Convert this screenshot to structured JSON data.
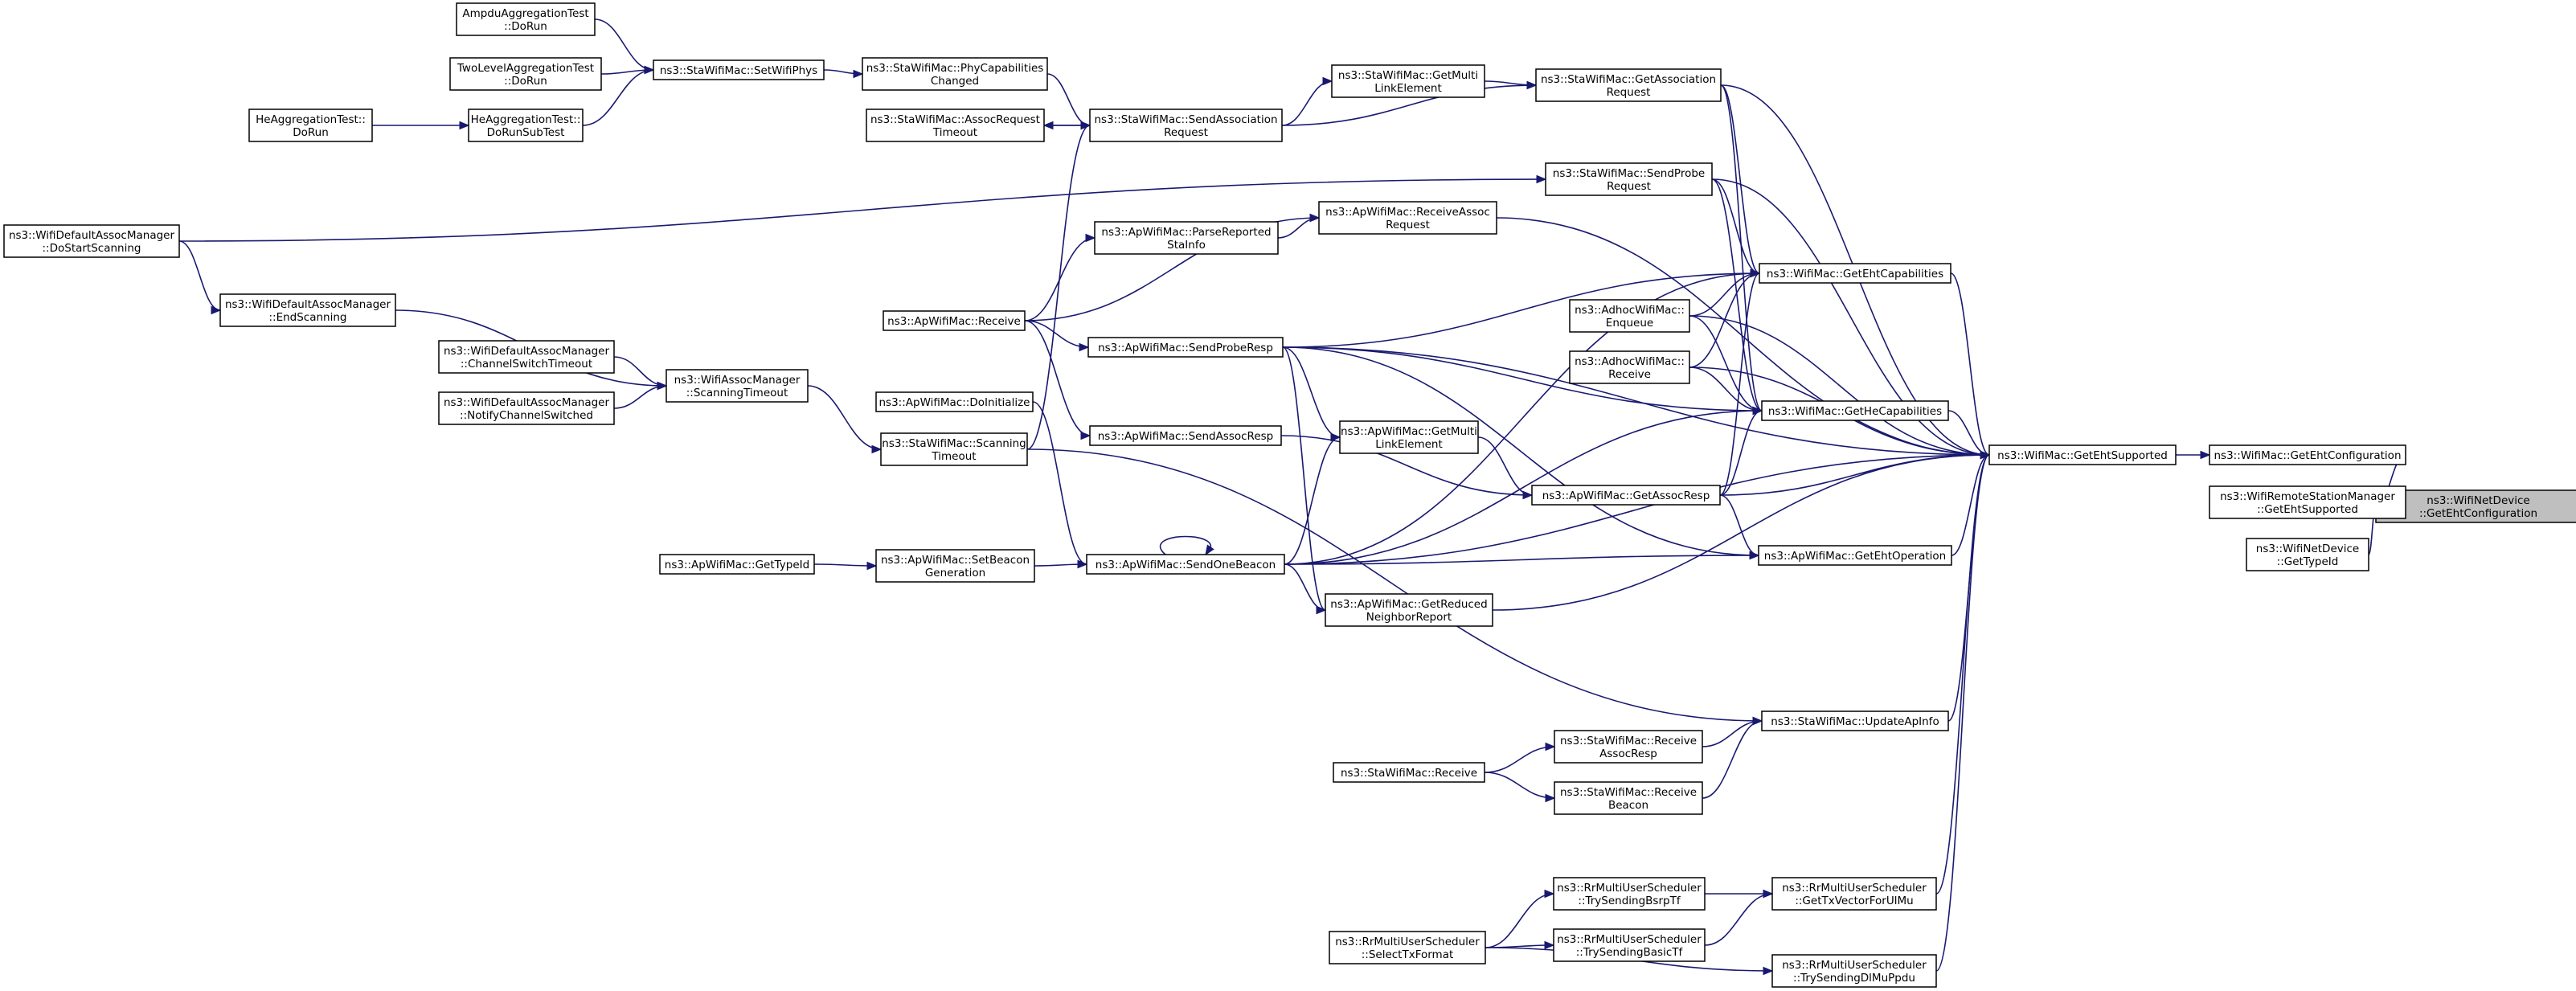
{
  "diagram": {
    "type": "call-graph",
    "target": "target",
    "nodes": [
      {
        "id": "target",
        "lines": [
          "ns3::WifiNetDevice",
          "::GetEhtConfiguration"
        ]
      },
      {
        "id": "macGetEhtCfg",
        "lines": [
          "ns3::WifiMac::GetEhtConfiguration"
        ]
      },
      {
        "id": "remoteGetEhtSup",
        "lines": [
          "ns3::WifiRemoteStationManager",
          "::GetEhtSupported"
        ]
      },
      {
        "id": "netGetTypeId",
        "lines": [
          "ns3::WifiNetDevice",
          "::GetTypeId"
        ]
      },
      {
        "id": "getEhtSup",
        "lines": [
          "ns3::WifiMac::GetEhtSupported"
        ]
      },
      {
        "id": "staGetAssocReq",
        "lines": [
          "ns3::StaWifiMac::GetAssociation",
          "Request"
        ]
      },
      {
        "id": "staSendProbeReq",
        "lines": [
          "ns3::StaWifiMac::SendProbe",
          "Request"
        ]
      },
      {
        "id": "ehtCaps",
        "lines": [
          "ns3::WifiMac::GetEhtCapabilities"
        ]
      },
      {
        "id": "heCaps",
        "lines": [
          "ns3::WifiMac::GetHeCapabilities"
        ]
      },
      {
        "id": "getEhtOp",
        "lines": [
          "ns3::ApWifiMac::GetEhtOperation"
        ]
      },
      {
        "id": "updateApInfo",
        "lines": [
          "ns3::StaWifiMac::UpdateApInfo"
        ]
      },
      {
        "id": "rrGetTxVec",
        "lines": [
          "ns3::RrMultiUserScheduler",
          "::GetTxVectorForUlMu"
        ]
      },
      {
        "id": "rrTryDl",
        "lines": [
          "ns3::RrMultiUserScheduler",
          "::TrySendingDlMuPpdu"
        ]
      },
      {
        "id": "staGetMultiLink",
        "lines": [
          "ns3::StaWifiMac::GetMulti",
          "LinkElement"
        ]
      },
      {
        "id": "staSendAssoc",
        "lines": [
          "ns3::StaWifiMac::SendAssociation",
          "Request"
        ]
      },
      {
        "id": "phyCapsChanged",
        "lines": [
          "ns3::StaWifiMac::PhyCapabilities",
          "Changed"
        ]
      },
      {
        "id": "assocReqTimeout",
        "lines": [
          "ns3::StaWifiMac::AssocRequest",
          "Timeout"
        ]
      },
      {
        "id": "setWifiPhys",
        "lines": [
          "ns3::StaWifiMac::SetWifiPhys"
        ]
      },
      {
        "id": "ampduTest",
        "lines": [
          "AmpduAggregationTest",
          "::DoRun"
        ]
      },
      {
        "id": "twoLevelTest",
        "lines": [
          "TwoLevelAggregationTest",
          "::DoRun"
        ]
      },
      {
        "id": "heAggSub",
        "lines": [
          "HeAggregationTest::",
          "DoRunSubTest"
        ]
      },
      {
        "id": "heAggRun",
        "lines": [
          "HeAggregationTest::",
          "DoRun"
        ]
      },
      {
        "id": "apRecvAssocReq",
        "lines": [
          "ns3::ApWifiMac::ReceiveAssoc",
          "Request"
        ]
      },
      {
        "id": "apParseSta",
        "lines": [
          "ns3::ApWifiMac::ParseReported",
          "StaInfo"
        ]
      },
      {
        "id": "apReceive",
        "lines": [
          "ns3::ApWifiMac::Receive"
        ]
      },
      {
        "id": "apSendProbeResp",
        "lines": [
          "ns3::ApWifiMac::SendProbeResp"
        ]
      },
      {
        "id": "apSendAssocResp",
        "lines": [
          "ns3::ApWifiMac::SendAssocResp"
        ]
      },
      {
        "id": "apGetMultiLink",
        "lines": [
          "ns3::ApWifiMac::GetMulti",
          "LinkElement"
        ]
      },
      {
        "id": "apGetAssocResp",
        "lines": [
          "ns3::ApWifiMac::GetAssocResp"
        ]
      },
      {
        "id": "apDoInit",
        "lines": [
          "ns3::ApWifiMac::DoInitialize"
        ]
      },
      {
        "id": "apSendBeacon",
        "lines": [
          "ns3::ApWifiMac::SendOneBeacon"
        ]
      },
      {
        "id": "apSetBeaconGen",
        "lines": [
          "ns3::ApWifiMac::SetBeacon",
          "Generation"
        ]
      },
      {
        "id": "apGetTypeId",
        "lines": [
          "ns3::ApWifiMac::GetTypeId"
        ]
      },
      {
        "id": "apGetReducedNR",
        "lines": [
          "ns3::ApWifiMac::GetReduced",
          "NeighborReport"
        ]
      },
      {
        "id": "adhocEnqueue",
        "lines": [
          "ns3::AdhocWifiMac::",
          "Enqueue"
        ]
      },
      {
        "id": "adhocReceive",
        "lines": [
          "ns3::AdhocWifiMac::",
          "Receive"
        ]
      },
      {
        "id": "staRecvAssocResp",
        "lines": [
          "ns3::StaWifiMac::Receive",
          "AssocResp"
        ]
      },
      {
        "id": "staRecvBeacon",
        "lines": [
          "ns3::StaWifiMac::Receive",
          "Beacon"
        ]
      },
      {
        "id": "staReceive",
        "lines": [
          "ns3::StaWifiMac::Receive"
        ]
      },
      {
        "id": "rrTryBsrp",
        "lines": [
          "ns3::RrMultiUserScheduler",
          "::TrySendingBsrpTf"
        ]
      },
      {
        "id": "rrTryBasic",
        "lines": [
          "ns3::RrMultiUserScheduler",
          "::TrySendingBasicTf"
        ]
      },
      {
        "id": "rrSelectTx",
        "lines": [
          "ns3::RrMultiUserScheduler",
          "::SelectTxFormat"
        ]
      },
      {
        "id": "staScanTimeout",
        "lines": [
          "ns3::StaWifiMac::Scanning",
          "Timeout"
        ]
      },
      {
        "id": "assocScanTimeout",
        "lines": [
          "ns3::WifiAssocManager",
          "::ScanningTimeout"
        ]
      },
      {
        "id": "defChanSwitch",
        "lines": [
          "ns3::WifiDefaultAssocManager",
          "::ChannelSwitchTimeout"
        ]
      },
      {
        "id": "defNotifyChan",
        "lines": [
          "ns3::WifiDefaultAssocManager",
          "::NotifyChannelSwitched"
        ]
      },
      {
        "id": "defEndScan",
        "lines": [
          "ns3::WifiDefaultAssocManager",
          "::EndScanning"
        ]
      },
      {
        "id": "defDoStartScan",
        "lines": [
          "ns3::WifiDefaultAssocManager",
          "::DoStartScanning"
        ]
      }
    ],
    "edges": [
      {
        "from": "macGetEhtCfg",
        "to": "target"
      },
      {
        "from": "remoteGetEhtSup",
        "to": "target"
      },
      {
        "from": "netGetTypeId",
        "to": "target"
      },
      {
        "from": "getEhtSup",
        "to": "macGetEhtCfg"
      },
      {
        "from": "staGetAssocReq",
        "to": "getEhtSup"
      },
      {
        "from": "staSendProbeReq",
        "to": "getEhtSup"
      },
      {
        "from": "ehtCaps",
        "to": "getEhtSup"
      },
      {
        "from": "heCaps",
        "to": "getEhtSup"
      },
      {
        "from": "getEhtOp",
        "to": "getEhtSup"
      },
      {
        "from": "updateApInfo",
        "to": "getEhtSup"
      },
      {
        "from": "rrGetTxVec",
        "to": "getEhtSup"
      },
      {
        "from": "rrTryDl",
        "to": "getEhtSup"
      },
      {
        "from": "adhocEnqueue",
        "to": "getEhtSup"
      },
      {
        "from": "adhocReceive",
        "to": "getEhtSup"
      },
      {
        "from": "apGetAssocResp",
        "to": "getEhtSup"
      },
      {
        "from": "apRecvAssocReq",
        "to": "getEhtSup"
      },
      {
        "from": "apSendProbeResp",
        "to": "getEhtSup"
      },
      {
        "from": "apGetReducedNR",
        "to": "getEhtSup"
      },
      {
        "from": "apSendBeacon",
        "to": "getEhtSup"
      },
      {
        "from": "staGetAssocReq",
        "to": "ehtCaps"
      },
      {
        "from": "staSendProbeReq",
        "to": "ehtCaps"
      },
      {
        "from": "apSendProbeResp",
        "to": "ehtCaps"
      },
      {
        "from": "adhocEnqueue",
        "to": "ehtCaps"
      },
      {
        "from": "adhocReceive",
        "to": "ehtCaps"
      },
      {
        "from": "apGetAssocResp",
        "to": "ehtCaps"
      },
      {
        "from": "apSendBeacon",
        "to": "ehtCaps"
      },
      {
        "from": "staGetAssocReq",
        "to": "heCaps"
      },
      {
        "from": "staSendProbeReq",
        "to": "heCaps"
      },
      {
        "from": "adhocEnqueue",
        "to": "heCaps"
      },
      {
        "from": "adhocReceive",
        "to": "heCaps"
      },
      {
        "from": "apGetAssocResp",
        "to": "heCaps"
      },
      {
        "from": "apSendBeacon",
        "to": "heCaps"
      },
      {
        "from": "apSendProbeResp",
        "to": "heCaps"
      },
      {
        "from": "apGetAssocResp",
        "to": "getEhtOp"
      },
      {
        "from": "apSendBeacon",
        "to": "getEhtOp"
      },
      {
        "from": "apSendProbeResp",
        "to": "getEhtOp"
      },
      {
        "from": "staGetMultiLink",
        "to": "staGetAssocReq"
      },
      {
        "from": "staSendAssoc",
        "to": "staGetAssocReq"
      },
      {
        "from": "staSendAssoc",
        "to": "staGetMultiLink"
      },
      {
        "from": "staSendAssoc",
        "to": "assocReqTimeout"
      },
      {
        "from": "assocReqTimeout",
        "to": "staSendAssoc"
      },
      {
        "from": "phyCapsChanged",
        "to": "staSendAssoc"
      },
      {
        "from": "staScanTimeout",
        "to": "staSendAssoc"
      },
      {
        "from": "setWifiPhys",
        "to": "phyCapsChanged"
      },
      {
        "from": "ampduTest",
        "to": "setWifiPhys"
      },
      {
        "from": "twoLevelTest",
        "to": "setWifiPhys"
      },
      {
        "from": "heAggSub",
        "to": "setWifiPhys"
      },
      {
        "from": "heAggRun",
        "to": "heAggSub"
      },
      {
        "from": "defDoStartScan",
        "to": "staSendProbeReq"
      },
      {
        "from": "apParseSta",
        "to": "apRecvAssocReq"
      },
      {
        "from": "apReceive",
        "to": "apParseSta"
      },
      {
        "from": "apReceive",
        "to": "apRecvAssocReq"
      },
      {
        "from": "apReceive",
        "to": "apSendProbeResp"
      },
      {
        "from": "apReceive",
        "to": "apSendAssocResp"
      },
      {
        "from": "apSendProbeResp",
        "to": "apGetMultiLink"
      },
      {
        "from": "apSendProbeResp",
        "to": "apGetReducedNR"
      },
      {
        "from": "apSendAssocResp",
        "to": "apGetAssocResp"
      },
      {
        "from": "apGetMultiLink",
        "to": "apGetAssocResp"
      },
      {
        "from": "apSendBeacon",
        "to": "apGetMultiLink"
      },
      {
        "from": "apSendBeacon",
        "to": "apGetReducedNR"
      },
      {
        "from": "apSendBeacon",
        "to": "apSendBeacon"
      },
      {
        "from": "apDoInit",
        "to": "apSendBeacon"
      },
      {
        "from": "apSetBeaconGen",
        "to": "apSendBeacon"
      },
      {
        "from": "apGetTypeId",
        "to": "apSetBeaconGen"
      },
      {
        "from": "staScanTimeout",
        "to": "updateApInfo"
      },
      {
        "from": "staRecvAssocResp",
        "to": "updateApInfo"
      },
      {
        "from": "staRecvBeacon",
        "to": "updateApInfo"
      },
      {
        "from": "staReceive",
        "to": "staRecvAssocResp"
      },
      {
        "from": "staReceive",
        "to": "staRecvBeacon"
      },
      {
        "from": "rrTryBsrp",
        "to": "rrGetTxVec"
      },
      {
        "from": "rrTryBasic",
        "to": "rrGetTxVec"
      },
      {
        "from": "rrSelectTx",
        "to": "rrTryBsrp"
      },
      {
        "from": "rrSelectTx",
        "to": "rrTryBasic"
      },
      {
        "from": "rrSelectTx",
        "to": "rrTryDl"
      },
      {
        "from": "assocScanTimeout",
        "to": "staScanTimeout"
      },
      {
        "from": "defChanSwitch",
        "to": "assocScanTimeout"
      },
      {
        "from": "defNotifyChan",
        "to": "assocScanTimeout"
      },
      {
        "from": "defEndScan",
        "to": "assocScanTimeout"
      },
      {
        "from": "defDoStartScan",
        "to": "defEndScan"
      }
    ]
  }
}
